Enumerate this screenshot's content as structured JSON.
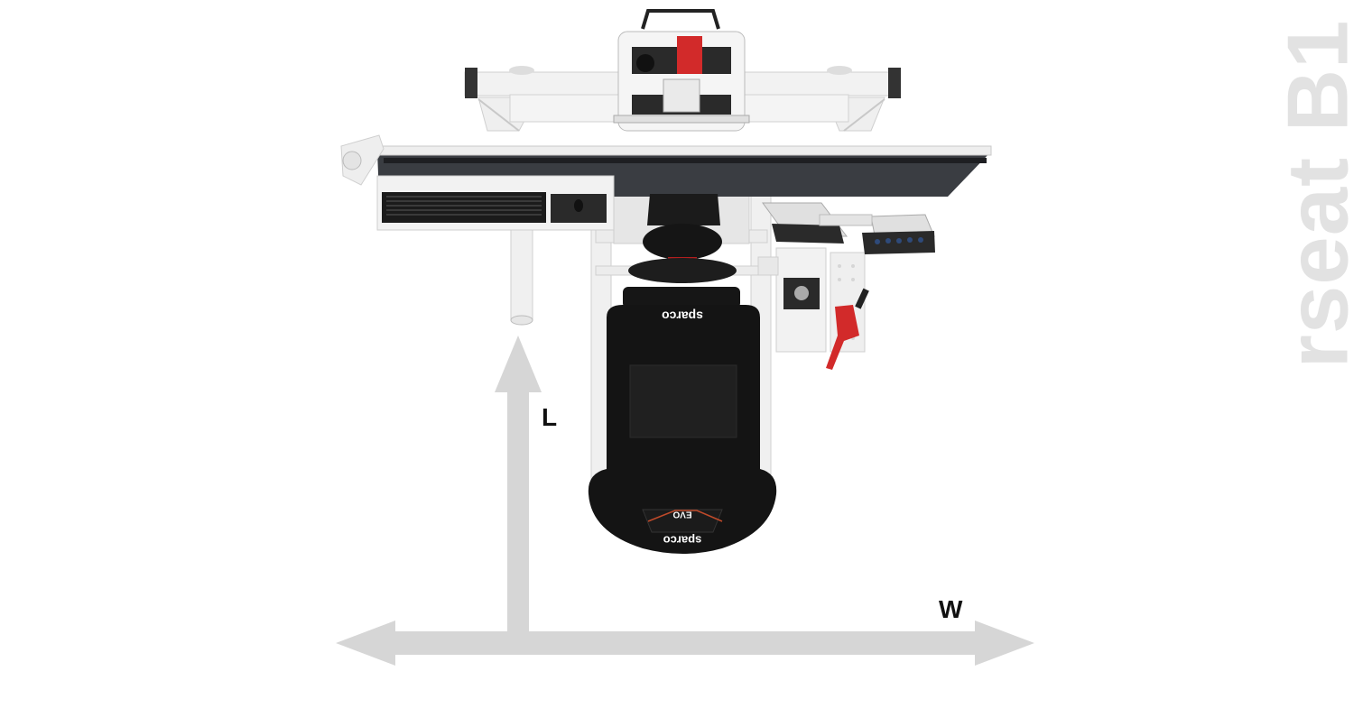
{
  "product": {
    "watermark": "rseat B1",
    "seat_brand": "sparco",
    "seat_model": "EVO",
    "colors": {
      "frame": "#f2f2f2",
      "frame_edge": "#cfcfcf",
      "monitor": "#3a3d42",
      "seat": "#141414",
      "accent_red": "#d22a2a",
      "arrow": "#d6d6d6"
    }
  },
  "axes": {
    "length_label": "L",
    "width_label": "W"
  }
}
